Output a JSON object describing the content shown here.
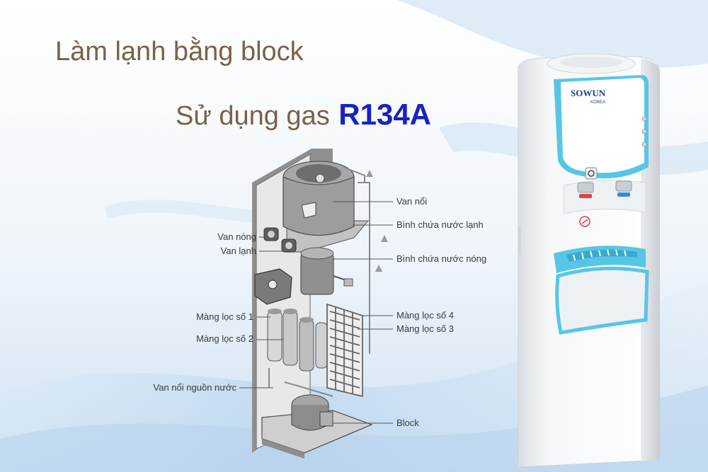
{
  "headline": {
    "line1": "Làm lạnh bằng block",
    "line2_prefix": "Sử dụng gas",
    "line2_code": "R134A"
  },
  "diagram_labels": {
    "van_noi": "Van nổi",
    "binh_lanh": "Bình chứa nước lạnh",
    "binh_nong": "Bình chứa nước nóng",
    "van_nong": "Van nóng",
    "van_lanh": "Van lạnh",
    "mang_loc_1": "Màng lọc số 1",
    "mang_loc_2": "Màng lọc số 2",
    "mang_loc_4": "Màng lọc số 4",
    "mang_loc_3": "Màng lọc số 3",
    "van_noi_nguon": "Van nổi nguồn nước",
    "block": "Block"
  },
  "product": {
    "brand_logo": "SOWUN",
    "brand_sub": "KOREA"
  },
  "colors": {
    "headline_text": "#7b6147",
    "gas_code": "#1722c4",
    "accent_blue": "#57c6e6",
    "hot_tap": "#e0404a",
    "cold_tap": "#2f8fd6"
  }
}
